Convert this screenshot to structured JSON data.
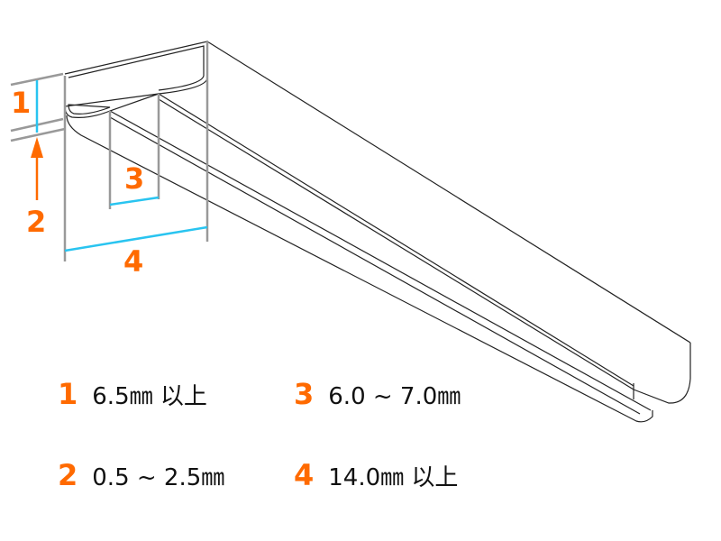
{
  "colors": {
    "accent": "#ff6a00",
    "dimension": "#29c4f0",
    "extension": "#999999",
    "outline": "#222222"
  },
  "diagram_labels": [
    "1",
    "2",
    "3",
    "4"
  ],
  "legend": [
    {
      "key": "1",
      "text": "6.5㎜ 以上"
    },
    {
      "key": "3",
      "text": "6.0 ~ 7.0㎜"
    },
    {
      "key": "2",
      "text": "0.5 ~ 2.5㎜"
    },
    {
      "key": "4",
      "text": "14.0㎜ 以上"
    }
  ]
}
